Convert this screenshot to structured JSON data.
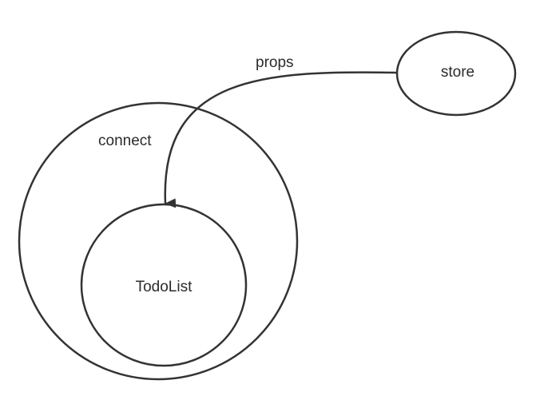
{
  "diagram": {
    "nodes": {
      "connect": {
        "label": "connect"
      },
      "todolist": {
        "label": "TodoList"
      },
      "store": {
        "label": "store"
      }
    },
    "edges": [
      {
        "from": "store",
        "to": "todolist",
        "label": "props"
      }
    ],
    "colors": {
      "stroke": "#333333",
      "text": "#2b2b2b",
      "background": "#ffffff"
    }
  }
}
